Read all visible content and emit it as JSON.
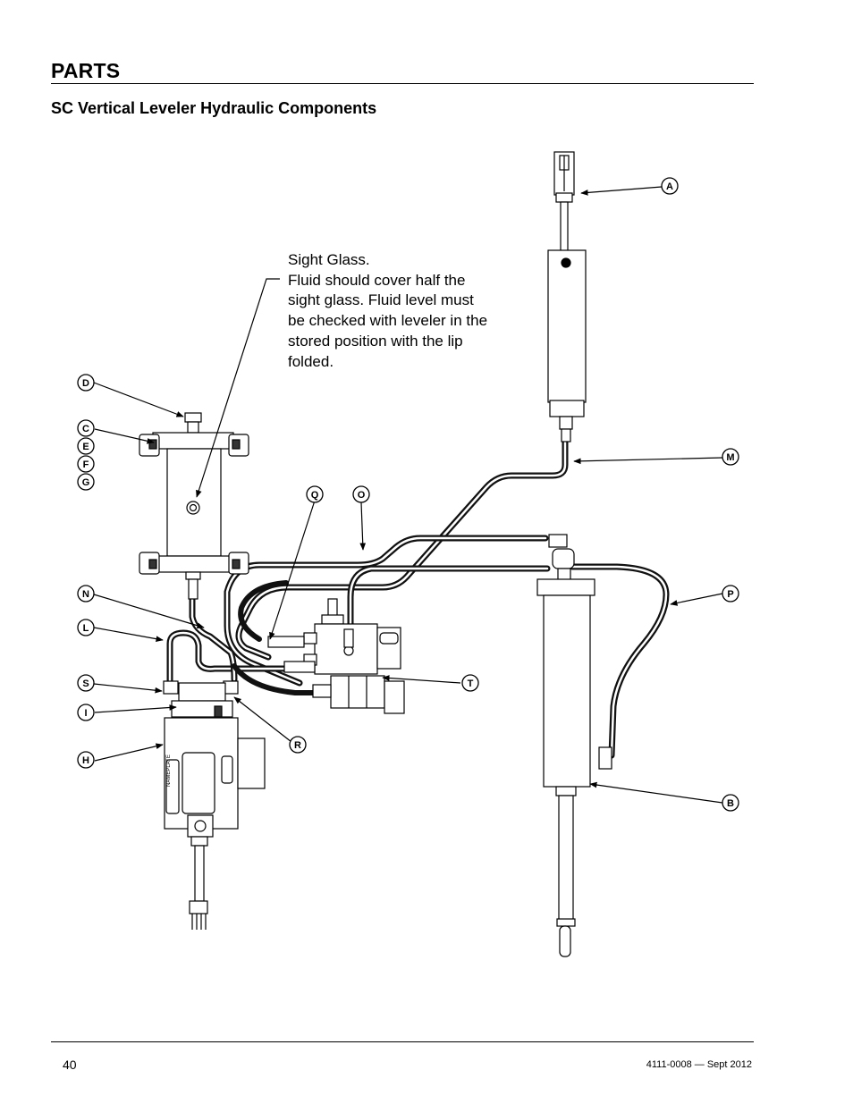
{
  "header": {
    "section_title": "PARTS",
    "subtitle": "SC Vertical Leveler Hydraulic Components"
  },
  "note": {
    "lines": [
      "Sight Glass.",
      "Fluid should cover half the",
      "sight glass. Fluid level must",
      "be checked with leveler in the",
      "stored position with the lip",
      "folded."
    ]
  },
  "callouts": {
    "A": "A",
    "B": "B",
    "C": "C",
    "D": "D",
    "E": "E",
    "F": "F",
    "G": "G",
    "H": "H",
    "I": "I",
    "L": "L",
    "M": "M",
    "N": "N",
    "O": "O",
    "P": "P",
    "Q": "Q",
    "R": "R",
    "S": "S",
    "T": "T"
  },
  "nameplate_text": "NAMEPLATE",
  "footer": {
    "page_number": "40",
    "doc_id": "4111-0008 — Sept 2012"
  }
}
